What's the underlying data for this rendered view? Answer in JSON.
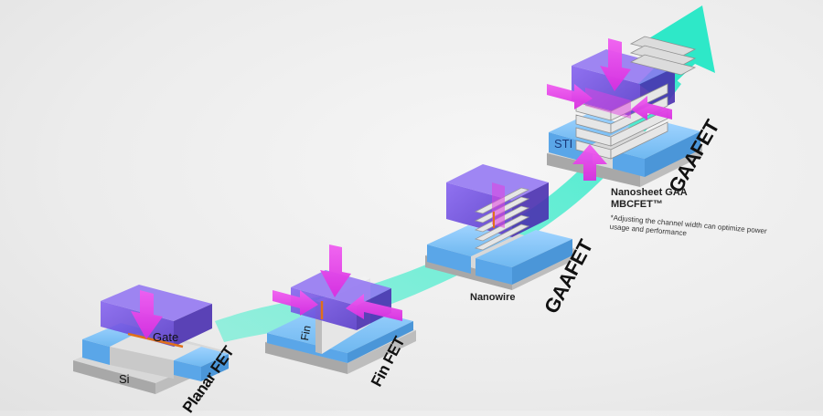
{
  "stages": [
    {
      "title": "Planar FET",
      "inline_labels": [
        "Gate",
        "Si"
      ]
    },
    {
      "title": "Fin FET",
      "inline_labels": [
        "Fin"
      ]
    },
    {
      "title": "GAAFET",
      "caption": "Nanowire"
    },
    {
      "title": "GAAFET",
      "inline_labels": [
        "STI"
      ],
      "caption_lines": [
        "Nanosheet GAA",
        "MBCFET™"
      ],
      "note": "*Adjusting the channel width can optimize power usage and performance"
    }
  ],
  "colors": {
    "progression_arrow": "#2ee8c8",
    "gate_purple": "#6b4bd8",
    "force_arrow_magenta": "#e236e8",
    "substrate_blue": "#6fb8f0",
    "silicon_gray": "#c8c8c8",
    "channel_orange": "#e0701a"
  },
  "icons": {
    "progression_arrow": "upward-trend-arrow-icon",
    "gate_force_arrows": "magenta-down-arrow-icon"
  }
}
